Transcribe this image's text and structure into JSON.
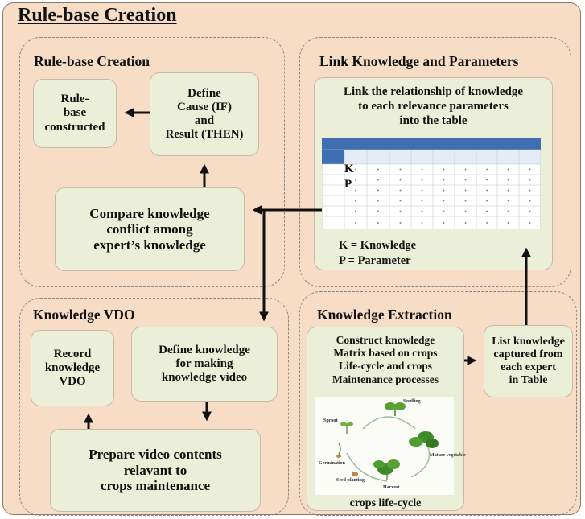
{
  "main_title": "Rule-base Creation",
  "sections": {
    "rule_base": {
      "title": "Rule-base Creation",
      "box_constructed": "Rule-\nbase\nconstructed",
      "box_define": "Define\nCause (IF)\nand\nResult (THEN)",
      "box_compare": "Compare knowledge\nconflict among\nexpert’s knowledge"
    },
    "link": {
      "title": "Link Knowledge and Parameters",
      "text": "Link the relationship of knowledge\nto each relevance parameters\ninto the table",
      "k_marker": "K",
      "p_marker": "P",
      "legend_k": "K = Knowledge",
      "legend_p": "P = Parameter"
    },
    "vdo": {
      "title": "Knowledge VDO",
      "box_record": "Record\nknowledge\nVDO",
      "box_define": "Define knowledge\nfor making\nknowledge video",
      "box_prepare": "Prepare video contents\nrelavant to\ncrops maintenance"
    },
    "extraction": {
      "title": "Knowledge Extraction",
      "box_construct": "Construct knowledge\nMatrix based on crops\nLife-cycle and crops\nMaintenance processes",
      "box_list": "List knowledge\ncaptured from\neach expert\nin Table",
      "caption": "crops life-cycle",
      "lifecycle_labels": {
        "seedling": "Seedling",
        "sprout": "Sprout",
        "mature": "Mature\nvegetable",
        "germination": "Germination",
        "seed_planting": "Seed planting",
        "harvest": "Harvest"
      }
    }
  },
  "colors": {
    "background": "#f7dcc6",
    "box_fill": "#ecefd8",
    "table_header": "#3f6fb0",
    "arrow": "#111111"
  }
}
